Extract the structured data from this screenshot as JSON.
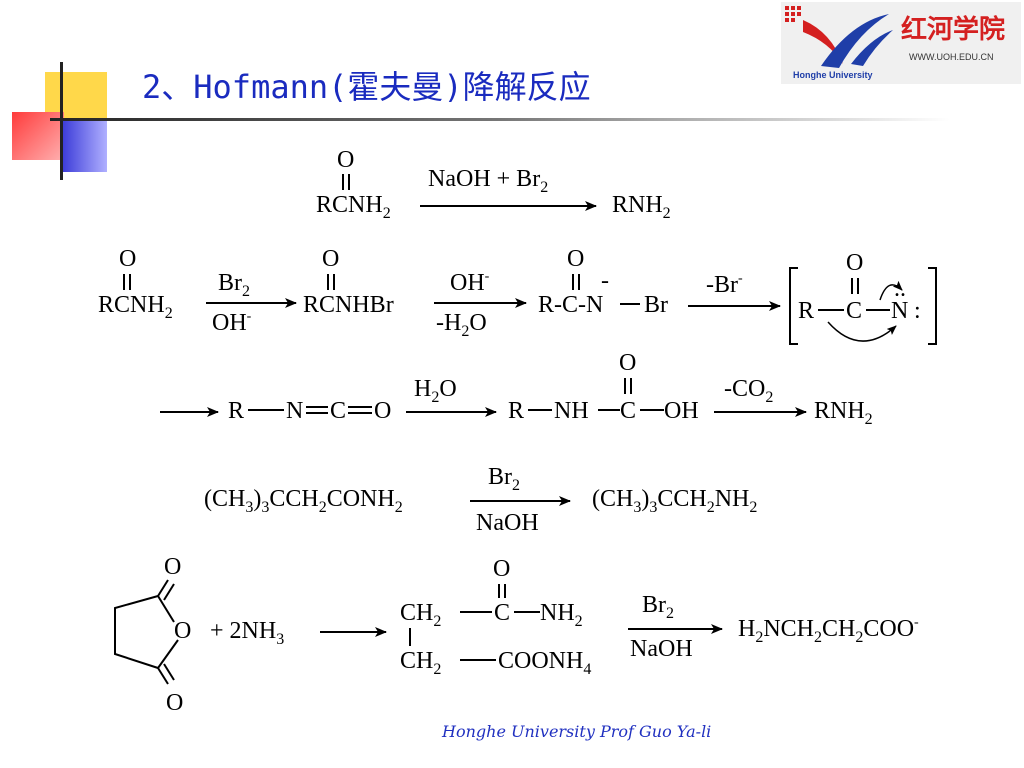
{
  "slide": {
    "title": "2、Hofmann(霍夫曼)降解反应",
    "footer": "Honghe University  Prof Guo Ya-li"
  },
  "logo": {
    "cn_name": "红河学院",
    "url": "WWW.UOH.EDU.CN",
    "en_name": "Honghe University"
  },
  "colors": {
    "title": "#1a2bbf",
    "logo_red": "#d42020",
    "logo_blue": "#1f3ea8"
  },
  "reactions": {
    "r1": {
      "o": "O",
      "reactant": "RCNH",
      "reactant_sub": "2",
      "cond_main": "NaOH + Br",
      "cond_sub": "2",
      "product": "RNH",
      "product_sub": "2"
    },
    "r2": {
      "s1_o": "O",
      "s1": "RCNH",
      "s1_sub": "2",
      "a1_top": "Br",
      "a1_top_sub": "2",
      "a1_bottom": "OH",
      "a1_bottom_sup": "-",
      "s2_o": "O",
      "s2": "RCNHBr",
      "a2_top": "OH",
      "a2_top_sup": "-",
      "a2_bottom": "-H",
      "a2_bottom_sub": "2",
      "a2_bottom_tail": "O",
      "s3_o": "O",
      "s3": "R-C-N",
      "s3_charge": "-",
      "s3_tail": "Br",
      "a3_top": "-Br",
      "a3_top_sup": "-",
      "s4_o": "O",
      "s4_r": "R",
      "s4_c": "C",
      "s4_n": "N",
      "s4_lp": ":",
      "s4_lp_top": ".."
    },
    "r3": {
      "iso_r": "R",
      "iso_n": "N",
      "iso_c": "C",
      "iso_o": "O",
      "a1": "H",
      "a1_sub": "2",
      "a1_tail": "O",
      "carb_r": "R",
      "carb_nh": "NH",
      "carb_o": "O",
      "carb_c": "C",
      "carb_oh": "OH",
      "a2": "-CO",
      "a2_sub": "2",
      "product": "RNH",
      "product_sub": "2"
    },
    "r4": {
      "reactant_parts": [
        "(CH",
        "3",
        ")",
        "3",
        "CCH",
        "2",
        "CONH",
        "2"
      ],
      "cond_top": "Br",
      "cond_top_sub": "2",
      "cond_bottom": "NaOH",
      "product_parts": [
        "(CH",
        "3",
        ")",
        "3",
        "CCH",
        "2",
        "NH",
        "2"
      ]
    },
    "r5": {
      "ring_o_top": "O",
      "ring_o": "O",
      "ring_o_bottom": "O",
      "plus": "+ 2NH",
      "plus_sub": "3",
      "m_ch2_top": "CH",
      "m_ch2_top_sub": "2",
      "m_o": "O",
      "m_c": "C",
      "m_nh2": "NH",
      "m_nh2_sub": "2",
      "m_ch2_bot": "CH",
      "m_ch2_bot_sub": "2",
      "m_coonh4": "COONH",
      "m_coonh4_sub": "4",
      "cond_top": "Br",
      "cond_top_sub": "2",
      "cond_bottom": "NaOH",
      "product_parts": [
        "H",
        "2",
        "NCH",
        "2",
        "CH",
        "2",
        "COO"
      ],
      "product_sup": "-"
    }
  }
}
